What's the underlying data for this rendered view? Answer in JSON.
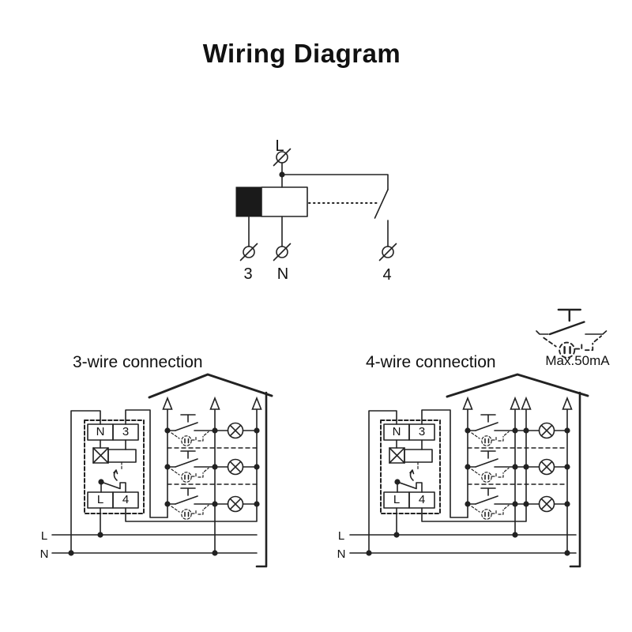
{
  "title": "Wiring Diagram",
  "colors": {
    "ink": "#222222",
    "background": "#ffffff"
  },
  "top_schematic": {
    "live_label": "L",
    "terminal3_label": "3",
    "neutral_label": "N",
    "terminal4_label": "4"
  },
  "three_wire": {
    "heading": "3-wire connection",
    "device": {
      "n_label": "N",
      "t3_label": "3",
      "l_label": "L",
      "t4_label": "4"
    },
    "mains": {
      "live_label": "L",
      "neutral_label": "N"
    }
  },
  "four_wire": {
    "heading": "4-wire connection",
    "max_current_label": "Max.50mA",
    "device": {
      "n_label": "N",
      "t3_label": "3",
      "l_label": "L",
      "t4_label": "4"
    },
    "mains": {
      "live_label": "L",
      "neutral_label": "N"
    }
  }
}
